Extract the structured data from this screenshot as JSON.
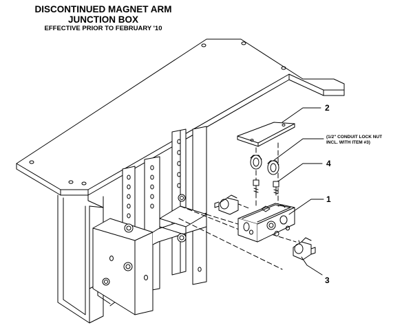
{
  "title": {
    "line1": "DISCONTINUED MAGNET ARM",
    "line2": "JUNCTION BOX",
    "line3": "EFFECTIVE PRIOR TO FEBRUARY '10"
  },
  "callouts": {
    "item1": "1",
    "item2": "2",
    "item3": "3",
    "item4": "4"
  },
  "note": {
    "line1": "(1/2\" CONDUIT LOCK NUT",
    "line2": "INCL. WITH ITEM #3)"
  }
}
